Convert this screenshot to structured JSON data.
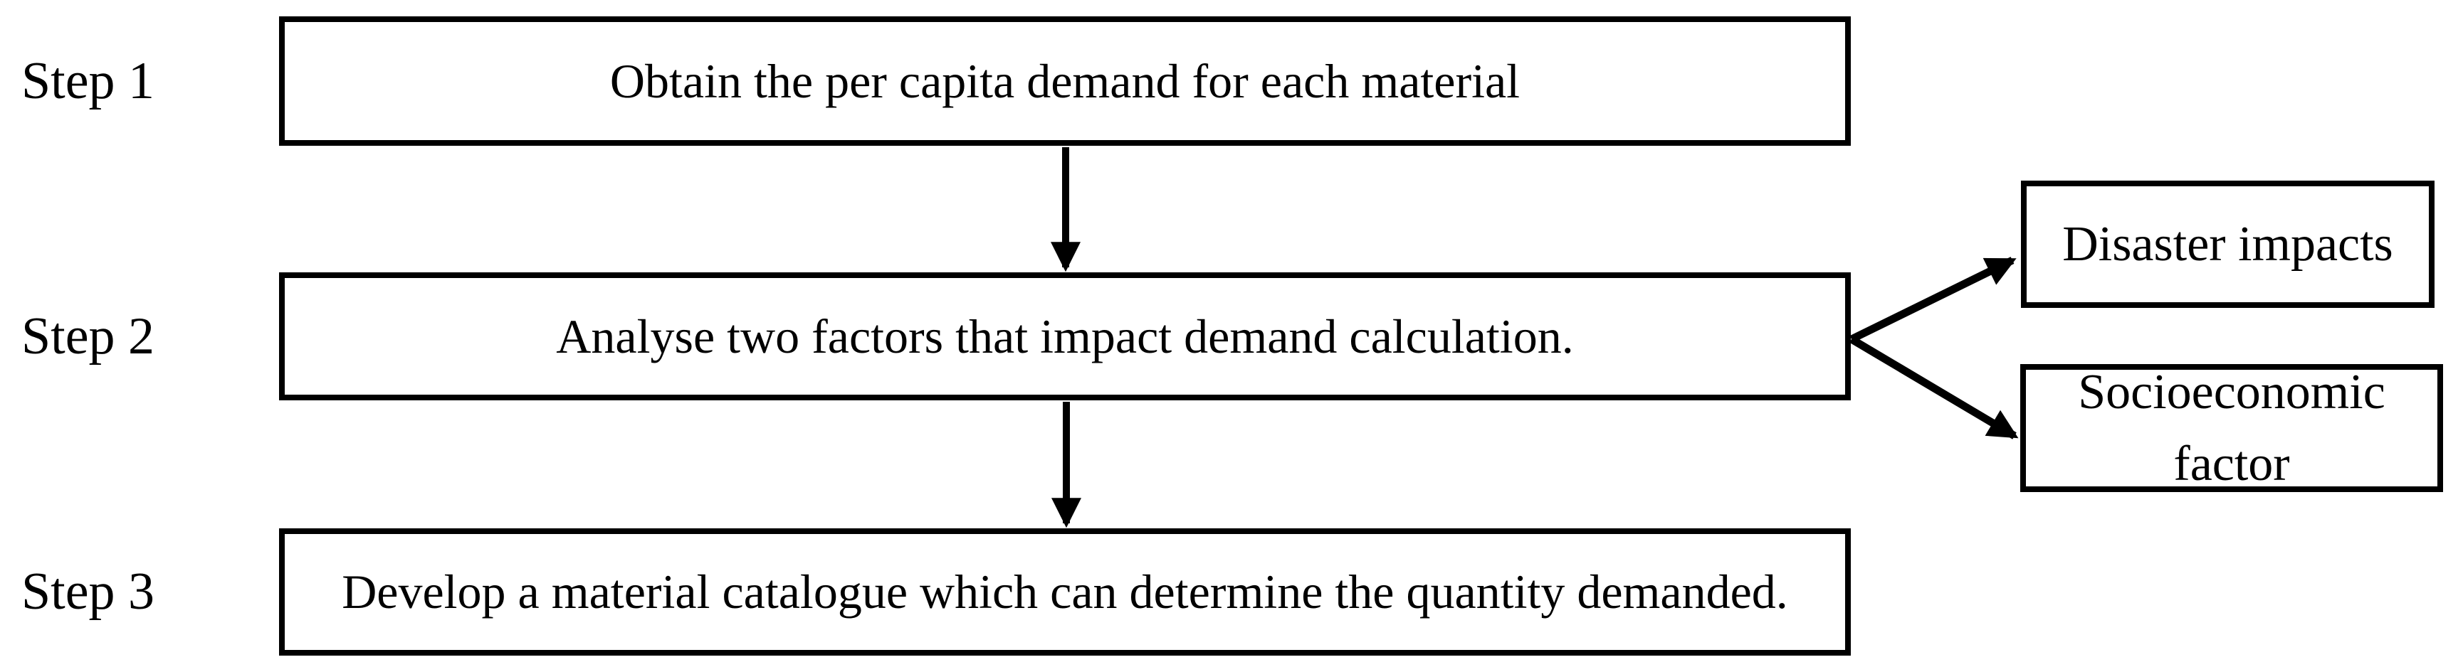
{
  "flowchart": {
    "colors": {
      "background": "#ffffff",
      "stroke": "#000000",
      "text": "#000000"
    },
    "steps": [
      {
        "label": "Step 1",
        "text": "Obtain the per capita demand for each material"
      },
      {
        "label": "Step 2",
        "text": "Analyse two factors that impact demand calculation."
      },
      {
        "label": "Step 3",
        "text": "Develop a material catalogue which can determine the quantity demanded."
      }
    ],
    "factors": [
      {
        "text": "Disaster impacts"
      },
      {
        "text": "Socioeconomic factor"
      }
    ]
  }
}
